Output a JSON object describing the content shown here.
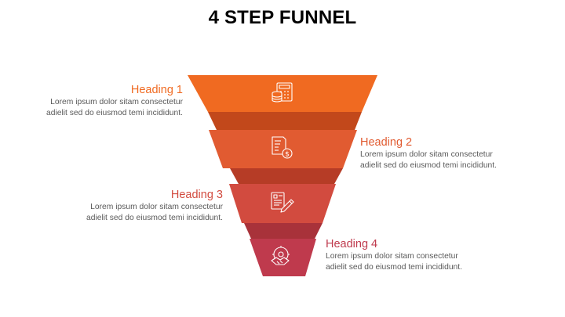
{
  "title": "4 STEP FUNNEL",
  "steps": [
    {
      "heading": "Heading 1",
      "text_line1": "Lorem ipsum dolor sitam consectetur",
      "text_line2": "adielit sed do eiusmod temi incididunt.",
      "color": "#F06A21",
      "icon": "calculator-coins-icon"
    },
    {
      "heading": "Heading 2",
      "text_line1": "Lorem ipsum dolor sitam consectetur",
      "text_line2": "adielit sed do eiusmod temi incididunt.",
      "color": "#E15B31",
      "icon": "invoice-dollar-icon"
    },
    {
      "heading": "Heading 3",
      "text_line1": "Lorem ipsum dolor sitam consectetur",
      "text_line2": "adielit sed do eiusmod temi incididunt.",
      "color": "#D24B3F",
      "icon": "document-pen-icon"
    },
    {
      "heading": "Heading 4",
      "text_line1": "Lorem ipsum dolor sitam consectetur",
      "text_line2": "adielit sed do eiusmod temi incididunt.",
      "color": "#BF3A4D",
      "icon": "handshake-gear-icon"
    }
  ]
}
